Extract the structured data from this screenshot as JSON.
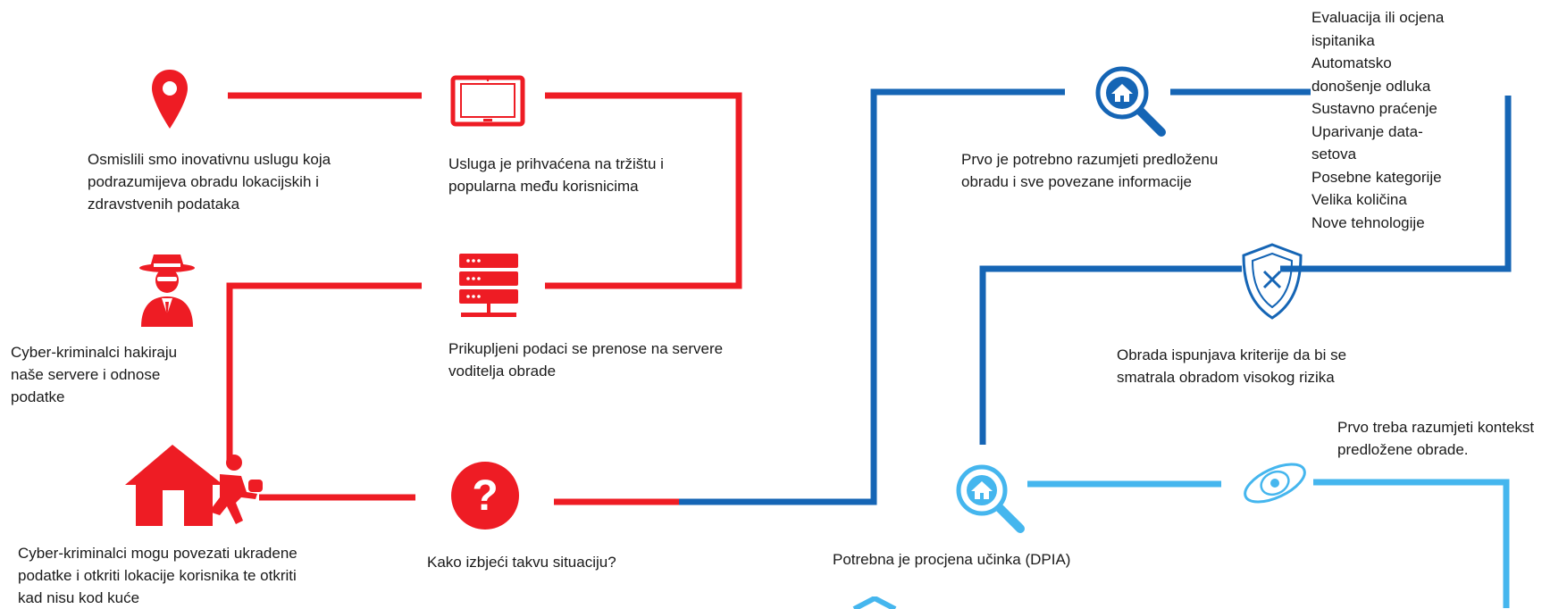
{
  "colors": {
    "red": "#ee1c24",
    "dark_blue": "#1565b5",
    "light_blue": "#45b6ee"
  },
  "steps": {
    "service_idea": {
      "text": "Osmislili smo inovativnu uslugu koja\npodrazumijeva obradu lokacijskih  i\nzdravstvenih podataka",
      "icon": "location-pin-icon"
    },
    "accepted": {
      "text": "Usluga je prihvaćena na tržištu i\npopularna među korisnicima",
      "icon": "tablet-icon"
    },
    "servers": {
      "text": "Prikupljeni podaci se prenose na servere\nvoditelja obrade",
      "icon": "server-icon"
    },
    "hackers": {
      "text": "Cyber-kriminalci hakiraju\nnaše servere i odnose\npodatke",
      "icon": "hacker-icon"
    },
    "burglary": {
      "text": "Cyber-kriminalci mogu povezati ukradene\npodatke i otkriti lokacije korisnika te otkriti\nkad nisu kod kuće",
      "icon": "burglar-house-icon"
    },
    "question": {
      "text": "Kako izbjeći takvu situaciju?",
      "icon": "question-icon"
    },
    "understand": {
      "text": "Prvo je potrebno razumjeti predloženu\nobradu i sve povezane informacije",
      "icon": "search-home-icon"
    },
    "high_risk": {
      "text": "Obrada ispunjava kriterije da bi se\nsmatrala obradom visokog rizika",
      "icon": "shield-icon"
    },
    "dpia": {
      "text": "Potrebna je procjena učinka (DPIA)",
      "icon": "search-home-icon"
    },
    "context": {
      "text": "Prvo treba razumjeti kontekst\npredložene obrade.",
      "icon": "orbit-icon"
    }
  },
  "criteria": [
    "Evaluacija ili ocjena\nispitanika",
    "Automatsko\ndonošenje odluka",
    "Sustavno praćenje",
    "Uparivanje data-\nsetova",
    "Posebne kategorije",
    "Velika količina",
    "Nove tehnologije"
  ]
}
